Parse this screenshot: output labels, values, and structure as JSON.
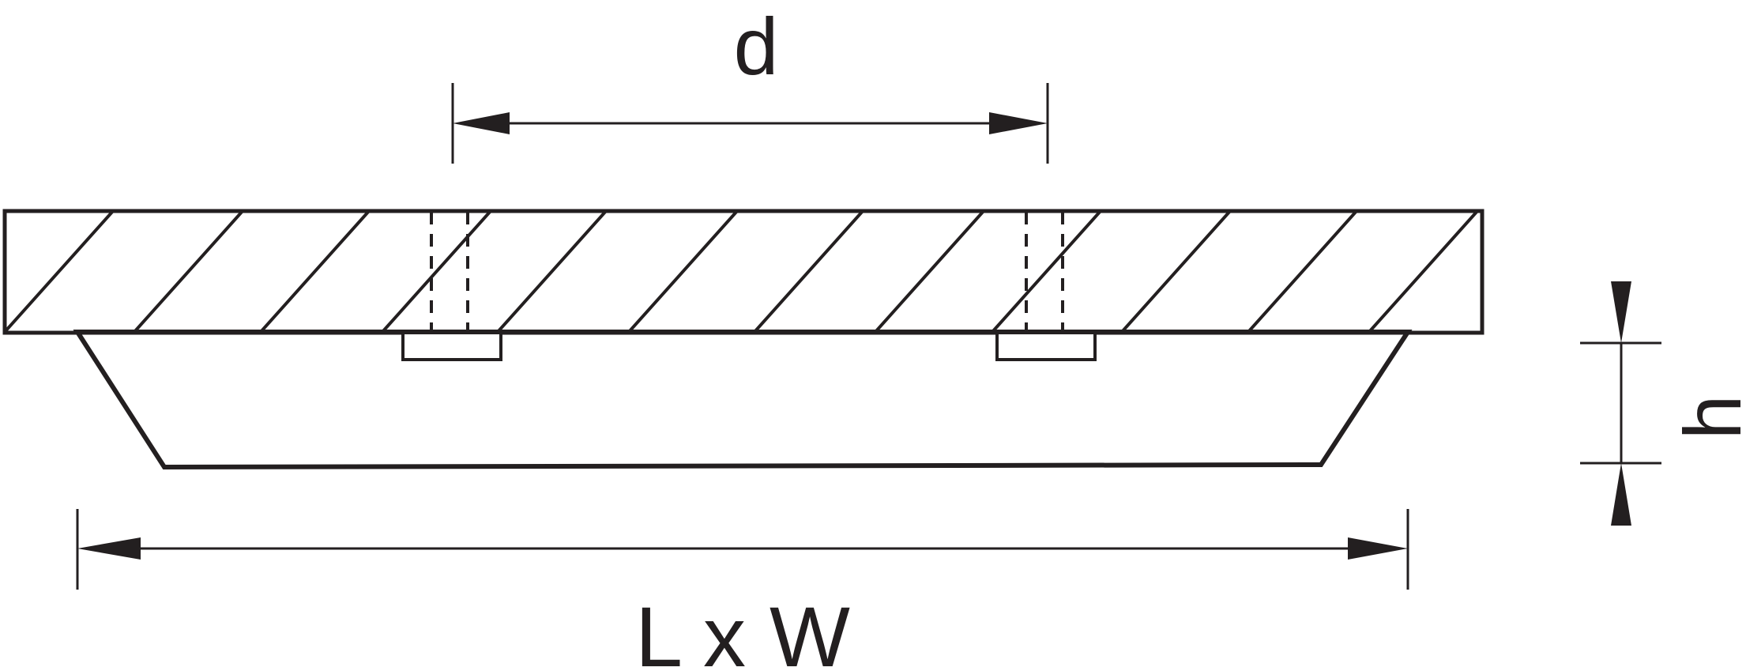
{
  "labels": {
    "spacing": "d",
    "height": "h",
    "footprint": "L x W"
  },
  "colors": {
    "stroke": "#231f20",
    "background": "#ffffff"
  }
}
